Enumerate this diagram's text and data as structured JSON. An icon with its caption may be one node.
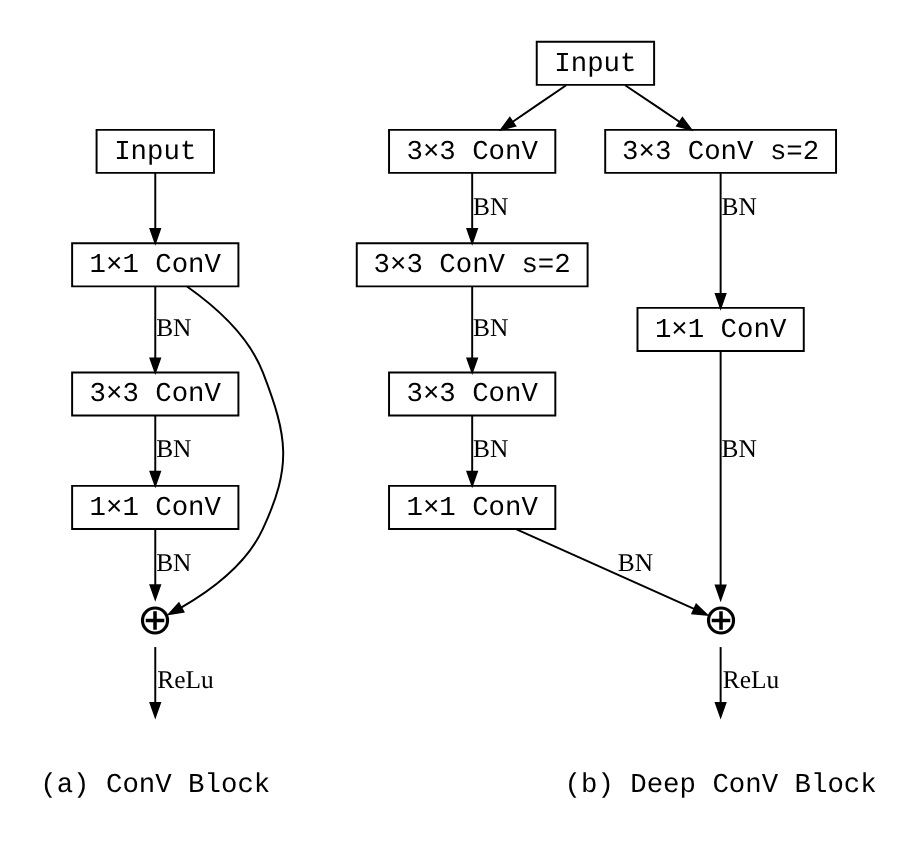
{
  "diagram": {
    "nodes": [
      {
        "text": [
          "Input"
        ]
      },
      {
        "text": [
          "1×1 ConV"
        ]
      },
      {
        "text": [
          "3×3 ConV"
        ]
      },
      {
        "text": [
          "1×1 ConV"
        ]
      },
      {
        "text": [
          "⊕"
        ]
      },
      {
        "text": [
          "Input"
        ]
      },
      {
        "text": [
          "3×3 ConV"
        ]
      },
      {
        "text": [
          "3×3 ConV s=2"
        ]
      },
      {
        "text": [
          "3×3 ConV"
        ]
      },
      {
        "text": [
          "1×1 ConV"
        ]
      },
      {
        "text": [
          "3×3 ConV s=2"
        ]
      },
      {
        "text": [
          "1×1 ConV"
        ]
      },
      {
        "text": [
          "⊕"
        ]
      }
    ],
    "edges": [
      {
        "from": 0,
        "to": 1,
        "arrow": "to"
      },
      {
        "from": 1,
        "to": 2,
        "arrow": "to",
        "label": "BN"
      },
      {
        "from": 2,
        "to": 3,
        "arrow": "to",
        "label": "BN"
      },
      {
        "from": 3,
        "to": 4,
        "arrow": "to",
        "label": "BN"
      },
      {
        "from": 1,
        "to": 4,
        "arrow": "to"
      },
      {
        "from": 4,
        "to": null,
        "arrow": "to",
        "label": "ReLu"
      },
      {
        "from": 5,
        "to": 6,
        "arrow": "to"
      },
      {
        "from": 5,
        "to": 10,
        "arrow": "to"
      },
      {
        "from": 6,
        "to": 7,
        "arrow": "to",
        "label": "BN"
      },
      {
        "from": 7,
        "to": 8,
        "arrow": "to",
        "label": "BN"
      },
      {
        "from": 8,
        "to": 9,
        "arrow": "to",
        "label": "BN"
      },
      {
        "from": 9,
        "to": 12,
        "arrow": "to",
        "label": "BN"
      },
      {
        "from": 10,
        "to": 11,
        "arrow": "to",
        "label": "BN"
      },
      {
        "from": 11,
        "to": 12,
        "arrow": "to",
        "label": "BN"
      },
      {
        "from": 12,
        "to": null,
        "arrow": "to",
        "label": "ReLu"
      }
    ],
    "labels": [
      "(a) ConV Block",
      "(b) Deep ConV Block"
    ]
  }
}
